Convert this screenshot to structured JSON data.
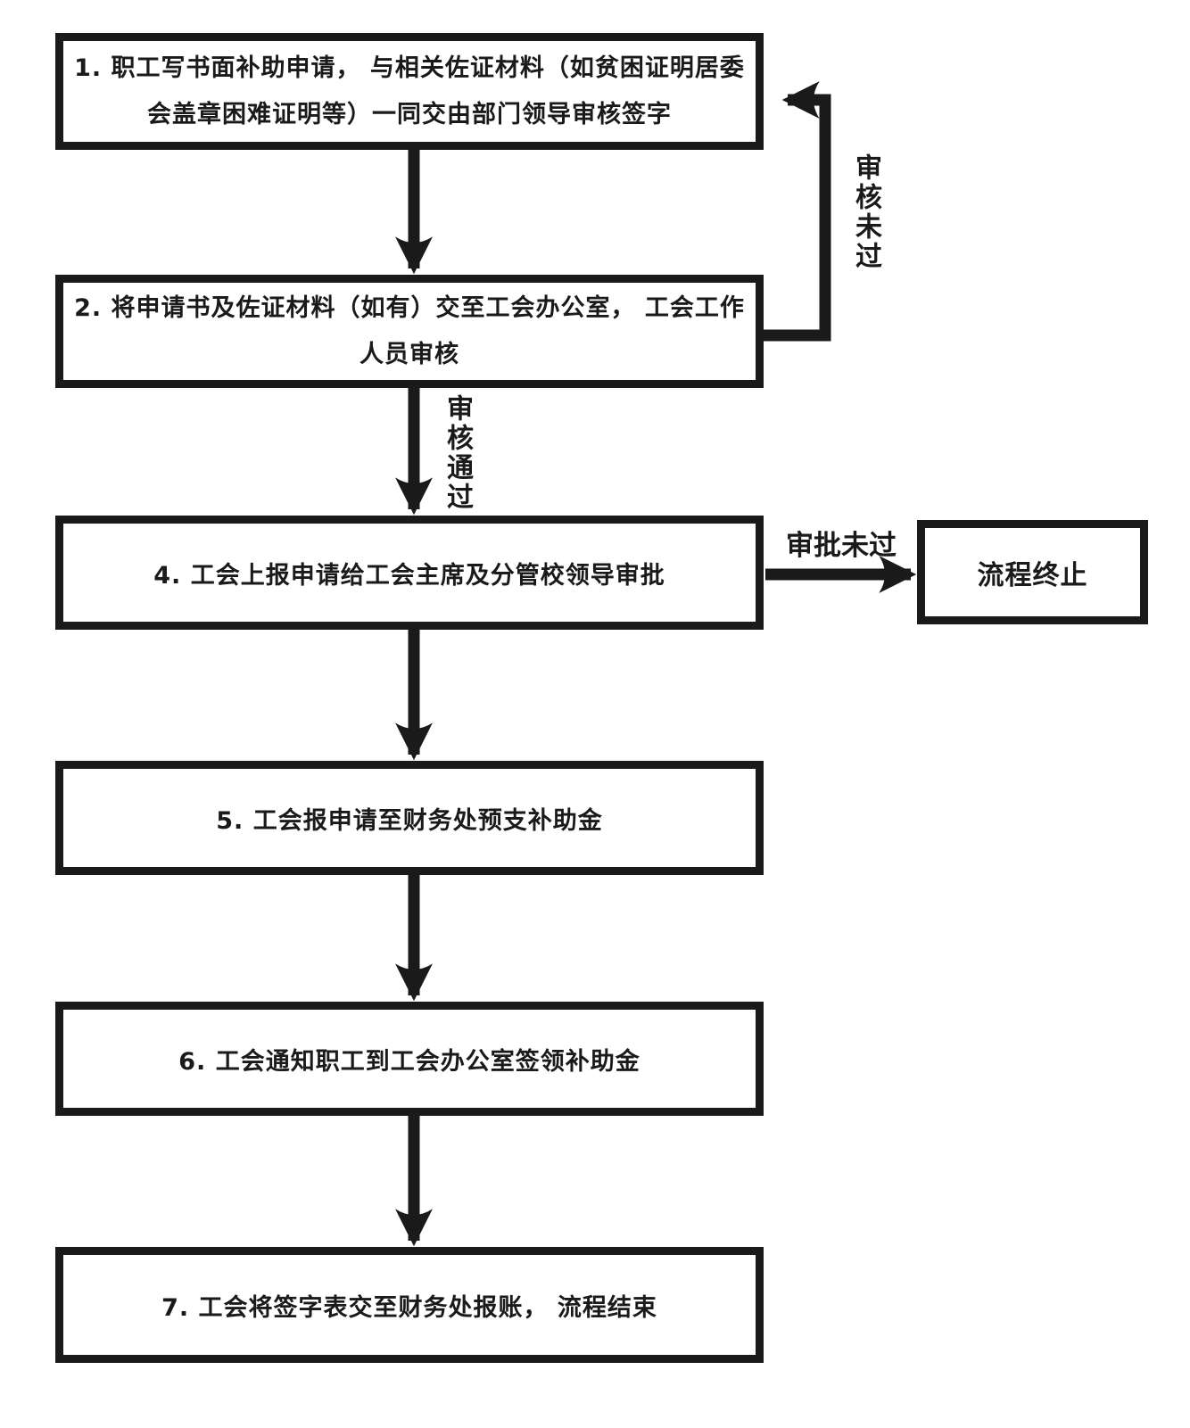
{
  "nodes": {
    "step1": {
      "line1": "1. 职工写书面补助申请，  与相关佐证材料（如贫困证明居委",
      "line2": "会盖章困难证明等）一同交由部门领导审核签字"
    },
    "step2": {
      "line1": "2. 将申请书及佐证材料（如有）交至工会办公室，  工会工作",
      "line2": "人员审核"
    },
    "step4": {
      "label": "4. 工会上报申请给工会主席及分管校领导审批"
    },
    "step5": {
      "label": "5. 工会报申请至财务处预支补助金"
    },
    "step6": {
      "label": "6. 工会通知职工到工会办公室签领补助金"
    },
    "step7": {
      "label": "7. 工会将签字表交至财务处报账，  流程结束"
    },
    "terminate": {
      "label": "流程终止"
    }
  },
  "edge_labels": {
    "review_not_passed": "审核未过",
    "review_passed": "审核通过",
    "approval_not_passed": "审批未过"
  },
  "colors": {
    "line": "#1a1a1a",
    "background": "#ffffff",
    "text": "#1a1a1a"
  }
}
